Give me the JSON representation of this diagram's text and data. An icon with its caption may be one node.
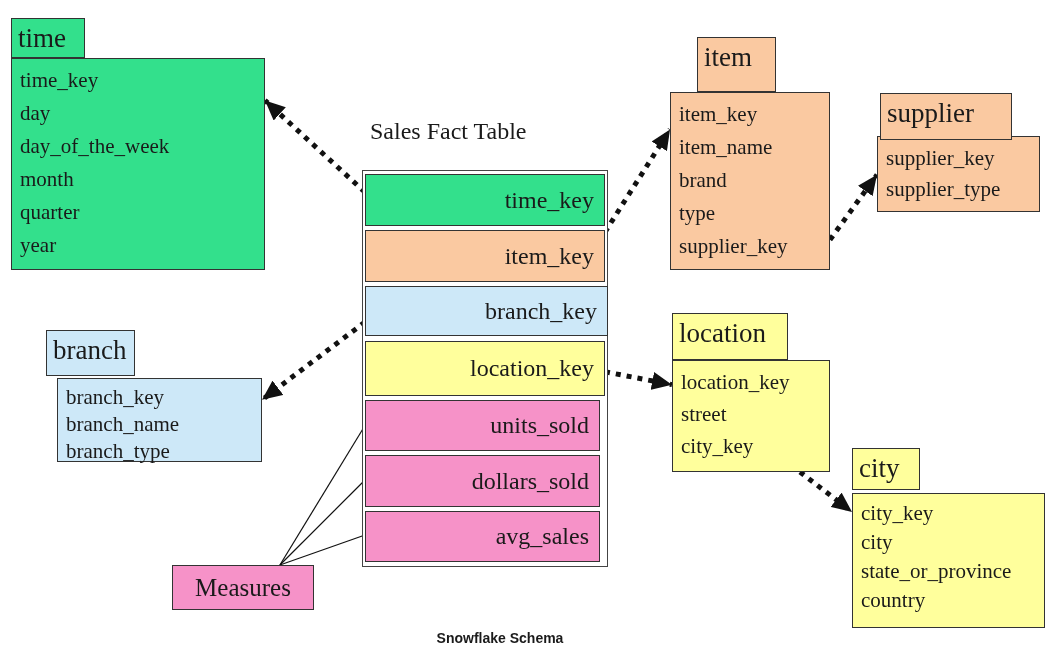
{
  "diagram": {
    "caption": "Snowflake Schema",
    "nodes": [
      {
        "text": [
          "time",
          "time_key",
          "day",
          "day_of_the_week",
          "month",
          "quarter",
          "year"
        ]
      },
      {
        "text": [
          "Sales Fact Table"
        ]
      },
      {
        "text": [
          "time_key"
        ],
        "in": 1
      },
      {
        "text": [
          "item_key"
        ],
        "in": 1
      },
      {
        "text": [
          "branch_key"
        ],
        "in": 1
      },
      {
        "text": [
          "location_key"
        ],
        "in": 1
      },
      {
        "text": [
          "units_sold"
        ],
        "in": 1
      },
      {
        "text": [
          "dollars_sold"
        ],
        "in": 1
      },
      {
        "text": [
          "avg_sales"
        ],
        "in": 1
      },
      {
        "text": [
          "item",
          "item_key",
          "item_name",
          "brand",
          "type",
          "supplier_key"
        ]
      },
      {
        "text": [
          "supplier",
          "supplier_key",
          "supplier_type"
        ]
      },
      {
        "text": [
          "branch",
          "branch_key",
          "branch_name",
          "branch_type"
        ]
      },
      {
        "text": [
          "location",
          "location_key",
          "street",
          "city_key"
        ]
      },
      {
        "text": [
          "city",
          "city_key",
          "city",
          "state_or_province",
          "country"
        ]
      },
      {
        "text": [
          "Measures"
        ]
      }
    ],
    "edges": [
      {
        "from": 2,
        "to": 0,
        "arrow": "to",
        "style": "dashed"
      },
      {
        "from": 3,
        "to": 9,
        "arrow": "to",
        "style": "dashed"
      },
      {
        "from": 9,
        "to": 10,
        "arrow": "to",
        "style": "dashed"
      },
      {
        "from": 4,
        "to": 11,
        "arrow": "to",
        "style": "dashed"
      },
      {
        "from": 5,
        "to": 12,
        "arrow": "to",
        "style": "dashed"
      },
      {
        "from": 12,
        "to": 13,
        "arrow": "to",
        "style": "dashed"
      },
      {
        "from": 14,
        "to": 6,
        "arrow": "none"
      },
      {
        "from": 14,
        "to": 7,
        "arrow": "none"
      },
      {
        "from": 14,
        "to": 8,
        "arrow": "none"
      }
    ]
  }
}
